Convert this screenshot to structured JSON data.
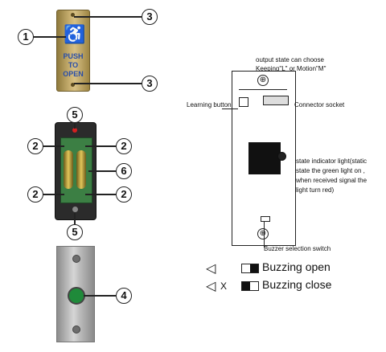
{
  "push_plate": {
    "text_line1": "PUSH",
    "text_line2": "TO",
    "text_line3": "OPEN"
  },
  "callouts": {
    "c1": "1",
    "c3a": "3",
    "c3b": "3",
    "c5a": "5",
    "c2a": "2",
    "c2b": "2",
    "c6": "6",
    "c2c": "2",
    "c2d": "2",
    "c5b": "5",
    "c4": "4"
  },
  "controller": {
    "output_state_line1": "output state can choose",
    "output_state_line2": "Keeping\"L\" or Motion\"M\"",
    "learning_button": "Learning button",
    "connector_socket": "Connector socket",
    "state_indicator_line1": "state indicator light(static",
    "state_indicator_line2": "state the green light on ,",
    "state_indicator_line3": "when received signal the",
    "state_indicator_line4": "light turn red)",
    "buzzer_selection": "Buzzer selection switch"
  },
  "legend": {
    "buzzing_open": "Buzzing open",
    "buzzing_close": "Buzzing close",
    "x_mark": "X"
  },
  "colors": {
    "plate_gold": "#b39a55",
    "plate_blue": "#2a4fa8",
    "green_led": "#1f8a3a",
    "pcb_green": "#3c7f44"
  }
}
